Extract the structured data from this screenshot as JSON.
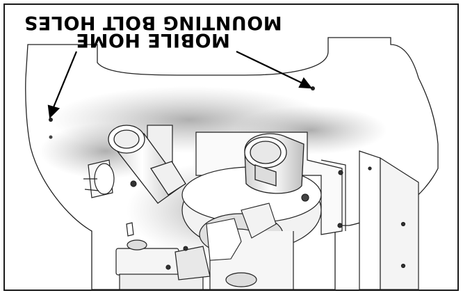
{
  "figure": {
    "callouts": {
      "line1": "MOUNTING BOLT HOLES",
      "line2": "MOBILE HOME"
    },
    "text_orientation": "rotated 180 degrees (upside down)",
    "subject": "furnace underside with blower assembly"
  }
}
